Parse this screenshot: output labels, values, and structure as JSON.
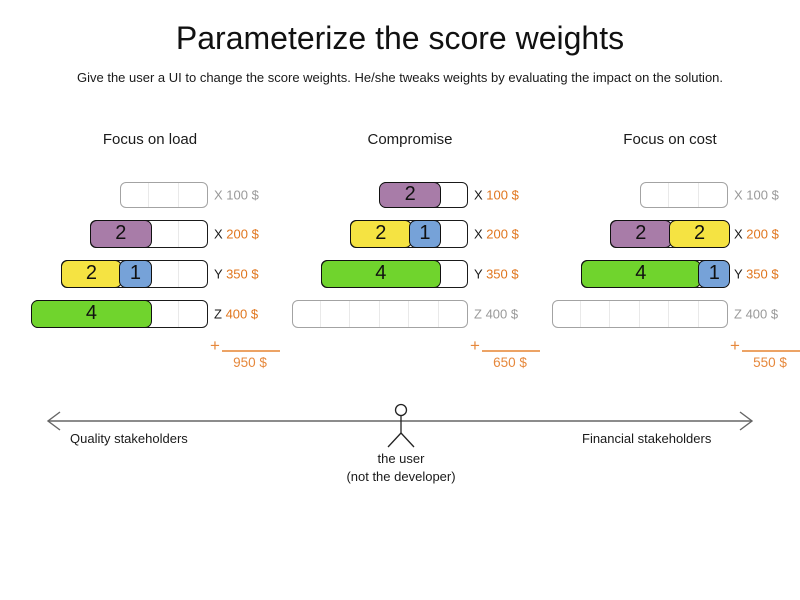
{
  "title": "Parameterize the score weights",
  "subtitle": "Give the user a UI to change the score weights. He/she tweaks weights by evaluating the impact on the solution.",
  "plus_label": "+",
  "columns": [
    {
      "header": "Focus on load",
      "total": "950 $",
      "rows": [
        {
          "units": 3,
          "letter": "X",
          "price": "100 $",
          "active": false,
          "blocks": []
        },
        {
          "units": 4,
          "letter": "X",
          "price": "200 $",
          "active": true,
          "blocks": [
            {
              "value": "2",
              "units": 2,
              "color": "purple"
            }
          ]
        },
        {
          "units": 5,
          "letter": "Y",
          "price": "350 $",
          "active": true,
          "blocks": [
            {
              "value": "2",
              "units": 2,
              "color": "yellow"
            },
            {
              "value": "1",
              "units": 1,
              "color": "blue"
            }
          ]
        },
        {
          "units": 6,
          "letter": "Z",
          "price": "400 $",
          "active": true,
          "blocks": [
            {
              "value": "4",
              "units": 4,
              "color": "green"
            }
          ]
        }
      ]
    },
    {
      "header": "Compromise",
      "total": "650 $",
      "rows": [
        {
          "units": 3,
          "letter": "X",
          "price": "100 $",
          "active": true,
          "blocks": [
            {
              "value": "2",
              "units": 2,
              "color": "purple"
            }
          ]
        },
        {
          "units": 4,
          "letter": "X",
          "price": "200 $",
          "active": true,
          "blocks": [
            {
              "value": "2",
              "units": 2,
              "color": "yellow"
            },
            {
              "value": "1",
              "units": 1,
              "color": "blue"
            }
          ]
        },
        {
          "units": 5,
          "letter": "Y",
          "price": "350 $",
          "active": true,
          "blocks": [
            {
              "value": "4",
              "units": 4,
              "color": "green"
            }
          ]
        },
        {
          "units": 6,
          "letter": "Z",
          "price": "400 $",
          "active": false,
          "blocks": []
        }
      ]
    },
    {
      "header": "Focus on cost",
      "total": "550 $",
      "rows": [
        {
          "units": 3,
          "letter": "X",
          "price": "100 $",
          "active": false,
          "blocks": []
        },
        {
          "units": 4,
          "letter": "X",
          "price": "200 $",
          "active": true,
          "blocks": [
            {
              "value": "2",
              "units": 2,
              "color": "purple"
            },
            {
              "value": "2",
              "units": 2,
              "color": "yellow"
            }
          ]
        },
        {
          "units": 5,
          "letter": "Y",
          "price": "350 $",
          "active": true,
          "blocks": [
            {
              "value": "4",
              "units": 4,
              "color": "green"
            },
            {
              "value": "1",
              "units": 1,
              "color": "blue"
            }
          ]
        },
        {
          "units": 6,
          "letter": "Z",
          "price": "400 $",
          "active": false,
          "blocks": []
        }
      ]
    }
  ],
  "axis": {
    "left_label": "Quality stakeholders",
    "right_label": "Financial stakeholders",
    "user_label_line1": "the user",
    "user_label_line2": "(not the developer)"
  },
  "colors": {
    "purple": "#A87CA8",
    "yellow": "#F5E342",
    "blue": "#76A2D8",
    "green": "#70D42D",
    "orange": "#E0761E",
    "orange_light": "#ECA365",
    "gray": "#999999"
  }
}
